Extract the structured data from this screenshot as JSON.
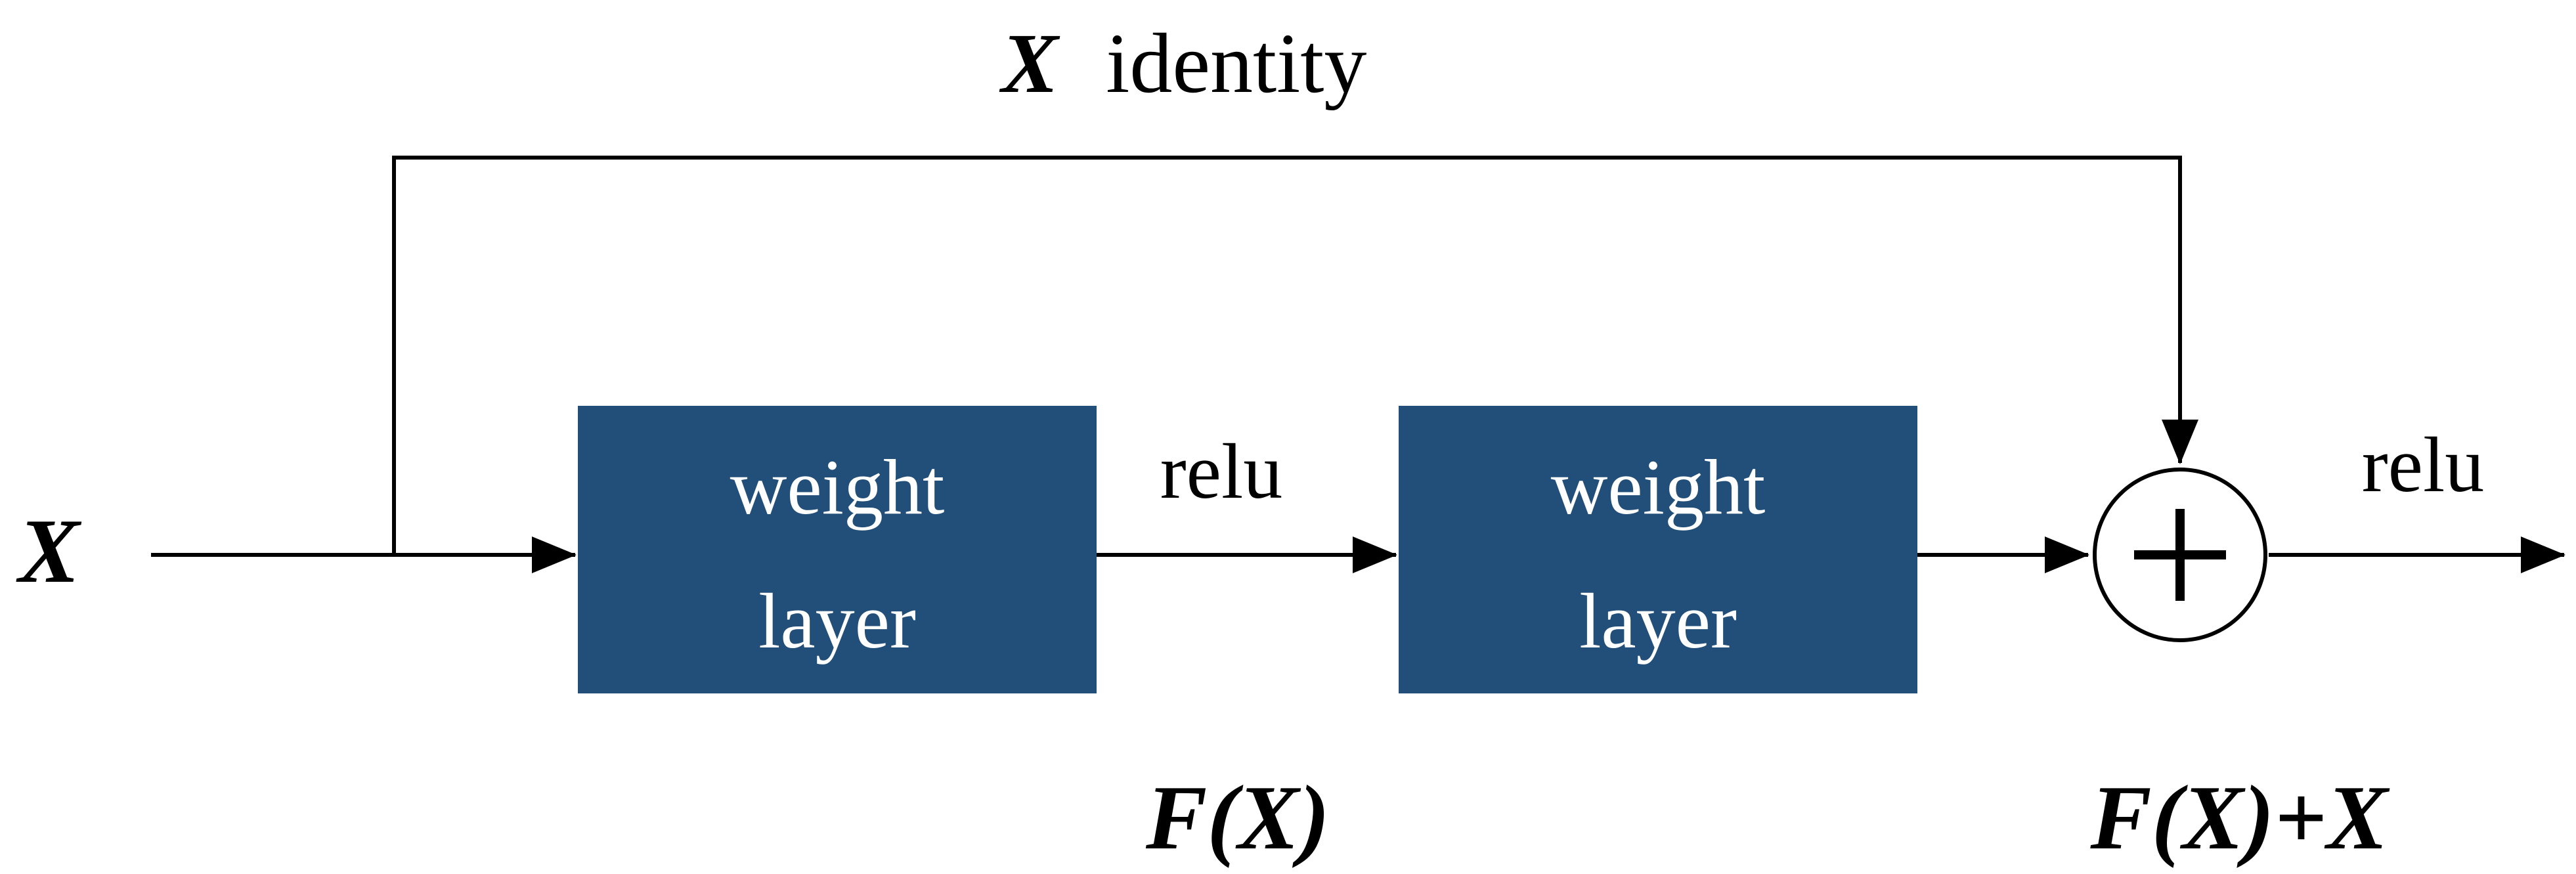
{
  "colors": {
    "box_fill": "#224F7A",
    "box_text": "#ffffff",
    "line": "#000000",
    "background": "#ffffff"
  },
  "labels": {
    "input_var": "X",
    "identity_var": "X",
    "identity_word": "identity",
    "relu_mid": "relu",
    "relu_out": "relu",
    "f_x": "F(X)",
    "f_x_plus_x": "F(X)+X",
    "plus_symbol": "+"
  },
  "blocks": [
    {
      "line1": "weight",
      "line2": "layer"
    },
    {
      "line1": "weight",
      "line2": "layer"
    }
  ]
}
